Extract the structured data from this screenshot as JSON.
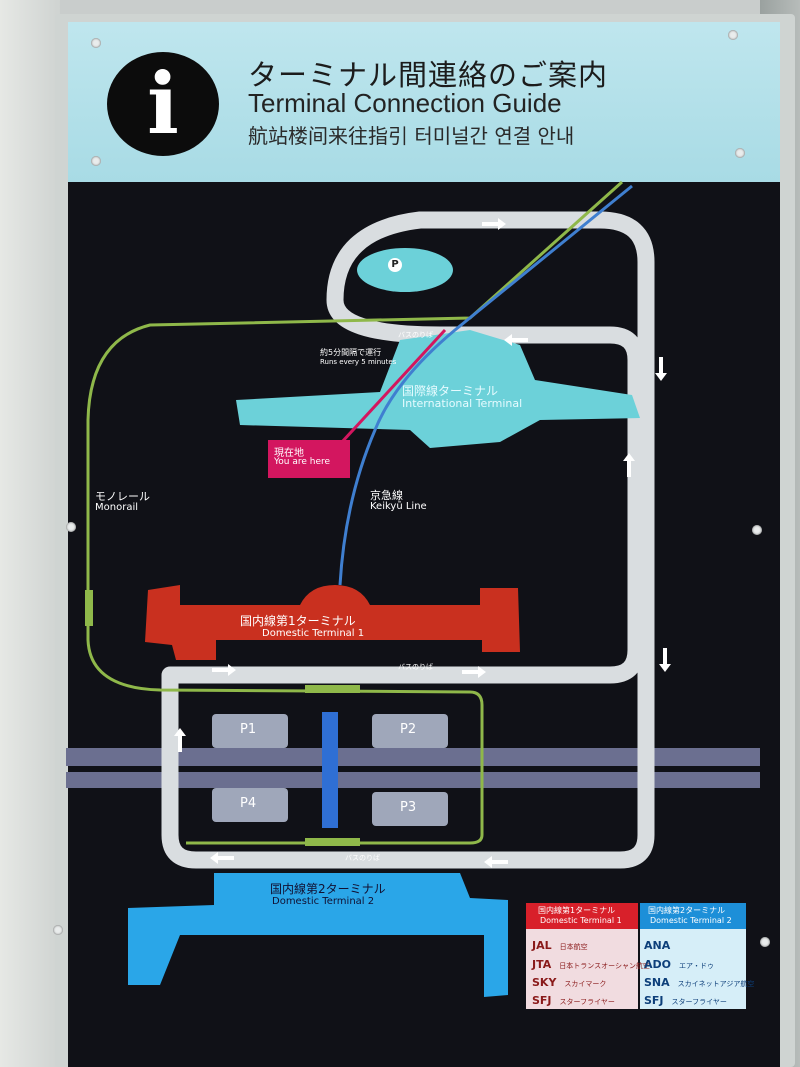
{
  "sign": {
    "title_ja": "ターミナル間連絡のご案内",
    "title_en": "Terminal Connection Guide",
    "title_zh_ko": "航站楼间来往指引  터미널간 연결 안내",
    "info_symbol": "i"
  },
  "map": {
    "international_terminal": {
      "name_ja": "国際線ターミナル",
      "name_en": "International Terminal"
    },
    "domestic_terminal_1": {
      "name_ja": "国内線第1ターミナル",
      "name_en": "Domestic Terminal 1"
    },
    "domestic_terminal_2": {
      "name_ja": "国内線第2ターミナル",
      "name_en": "Domestic Terminal 2"
    },
    "you_are_here": {
      "name_ja": "現在地",
      "name_en": "You are here"
    },
    "monorail": {
      "name_ja": "モノレール",
      "name_en": "Monorail"
    },
    "keikyu": {
      "name_ja": "京急線",
      "name_en": "Keikyū Line"
    },
    "bus_interval": {
      "ja": "約5分間隔で運行",
      "en": "Runs every 5 minutes"
    },
    "parking": [
      "P1",
      "P2",
      "P3",
      "P4"
    ],
    "parking_icon": "P",
    "bus_stop": "バスのりば"
  },
  "legend": {
    "t1": {
      "title_ja": "国内線第1ターミナル",
      "title_en": "Domestic Terminal 1",
      "color": "#d8202a",
      "airlines": [
        {
          "code": "JAL",
          "name": "日本航空"
        },
        {
          "code": "JTA",
          "name": "日本トランスオーシャン航空"
        },
        {
          "code": "SKY",
          "name": "スカイマーク"
        },
        {
          "code": "SFJ",
          "name": "スターフライヤー"
        }
      ]
    },
    "t2": {
      "title_ja": "国内線第2ターミナル",
      "title_en": "Domestic Terminal 2",
      "color": "#1d8fd8",
      "airlines": [
        {
          "code": "ANA",
          "name": ""
        },
        {
          "code": "ADO",
          "name": "エア・ドゥ"
        },
        {
          "code": "SNA",
          "name": "スカイネットアジア航空"
        },
        {
          "code": "SFJ",
          "name": "スターフライヤー"
        }
      ]
    }
  },
  "colors": {
    "board": "#101117",
    "header": "#bfe6ee",
    "road": "#d9dde0",
    "monorail": "#8fb84a",
    "keikyu": "#3f7fd0",
    "international": "#6cd1d9",
    "terminal1": "#c9301f",
    "terminal2": "#2aa6e8",
    "you_are_here": "#d3165f"
  }
}
